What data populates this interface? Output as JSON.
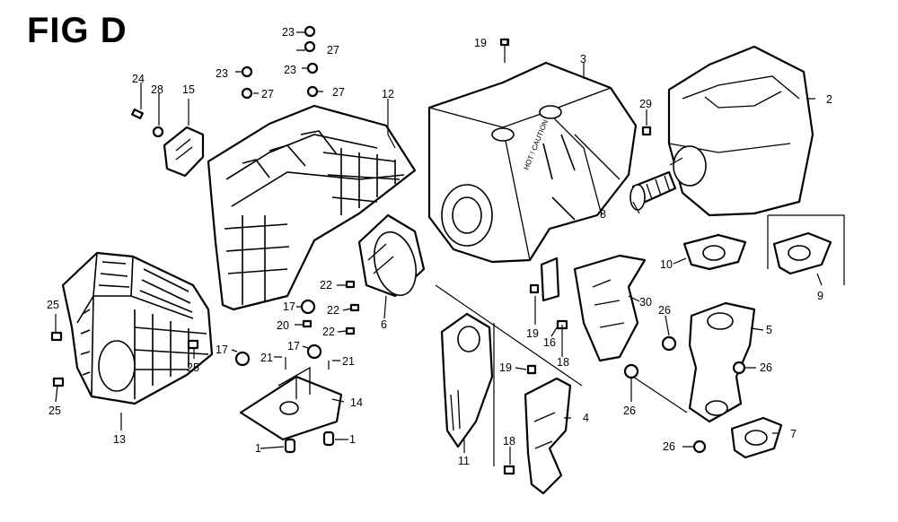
{
  "figure": {
    "title": "FIG D",
    "stamp_text": "HOT ! CAUTION"
  },
  "callouts": [
    {
      "id": "c23a",
      "text": "23"
    },
    {
      "id": "c27a",
      "text": "27"
    },
    {
      "id": "c23b",
      "text": "23"
    },
    {
      "id": "c27b",
      "text": "27"
    },
    {
      "id": "c23c",
      "text": "23"
    },
    {
      "id": "c27c",
      "text": "27"
    },
    {
      "id": "c24",
      "text": "24"
    },
    {
      "id": "c28",
      "text": "28"
    },
    {
      "id": "c15",
      "text": "15"
    },
    {
      "id": "c12",
      "text": "12"
    },
    {
      "id": "c19a",
      "text": "19"
    },
    {
      "id": "c3",
      "text": "3"
    },
    {
      "id": "c29",
      "text": "29"
    },
    {
      "id": "c2",
      "text": "2"
    },
    {
      "id": "c8",
      "text": "8"
    },
    {
      "id": "c10",
      "text": "10"
    },
    {
      "id": "c9",
      "text": "9"
    },
    {
      "id": "c22a",
      "text": "22"
    },
    {
      "id": "c22b",
      "text": "22"
    },
    {
      "id": "c22c",
      "text": "22"
    },
    {
      "id": "c6",
      "text": "6"
    },
    {
      "id": "c17a",
      "text": "17"
    },
    {
      "id": "c20",
      "text": "20"
    },
    {
      "id": "c17b",
      "text": "17"
    },
    {
      "id": "c17c",
      "text": "17"
    },
    {
      "id": "c21a",
      "text": "21"
    },
    {
      "id": "c21b",
      "text": "21"
    },
    {
      "id": "c14",
      "text": "14"
    },
    {
      "id": "c1a",
      "text": "1"
    },
    {
      "id": "c1b",
      "text": "1"
    },
    {
      "id": "c25a",
      "text": "25"
    },
    {
      "id": "c25b",
      "text": "25"
    },
    {
      "id": "c25c",
      "text": "25"
    },
    {
      "id": "c13",
      "text": "13"
    },
    {
      "id": "c19b",
      "text": "19"
    },
    {
      "id": "c16",
      "text": "16"
    },
    {
      "id": "c18a",
      "text": "18"
    },
    {
      "id": "c30",
      "text": "30"
    },
    {
      "id": "c26a",
      "text": "26"
    },
    {
      "id": "c5",
      "text": "5"
    },
    {
      "id": "c26b",
      "text": "26"
    },
    {
      "id": "c26c",
      "text": "26"
    },
    {
      "id": "c26d",
      "text": "26"
    },
    {
      "id": "c7",
      "text": "7"
    },
    {
      "id": "c11",
      "text": "11"
    },
    {
      "id": "c19c",
      "text": "19"
    },
    {
      "id": "c4",
      "text": "4"
    },
    {
      "id": "c18b",
      "text": "18"
    }
  ]
}
